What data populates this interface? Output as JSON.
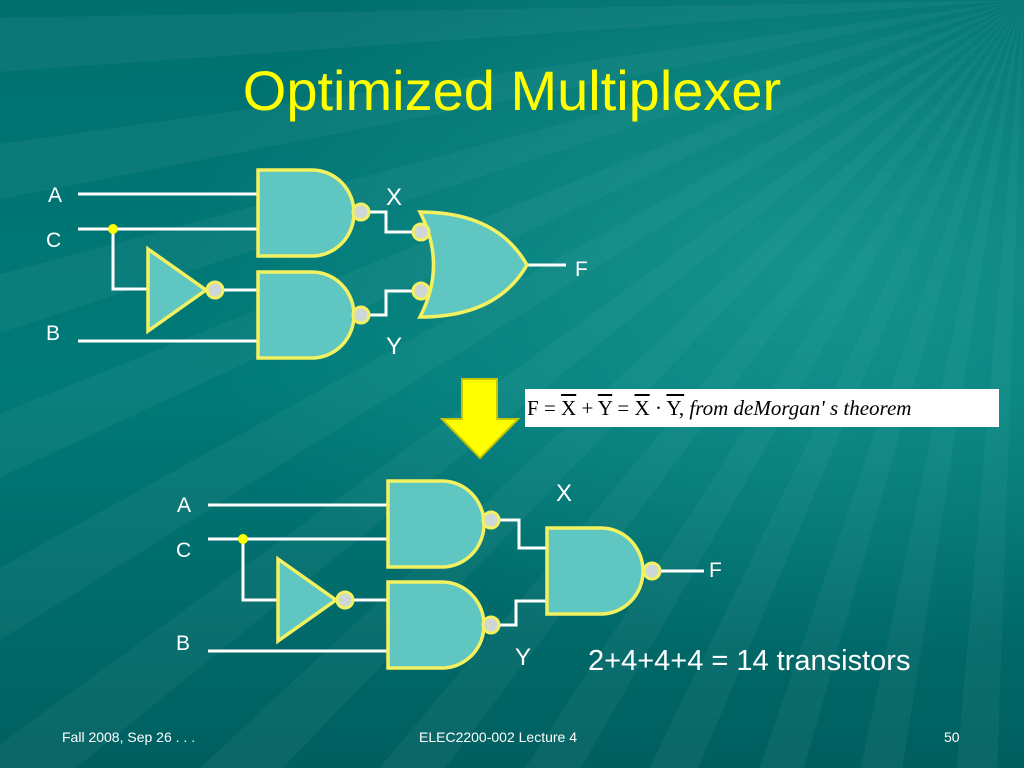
{
  "slide": {
    "title": "Optimized Multiplexer",
    "transistor_count": "2+4+4+4 = 14 transistors"
  },
  "top_circuit": {
    "inputs": [
      "A",
      "C",
      "B"
    ],
    "intermediates": [
      "X",
      "Y"
    ],
    "output": "F"
  },
  "bottom_circuit": {
    "inputs": [
      "A",
      "C",
      "B"
    ],
    "intermediates": [
      "X",
      "Y"
    ],
    "output": "F"
  },
  "equation": {
    "f": "F",
    "eq1": "=",
    "x1": "X",
    "plus": "+",
    "y1": "Y",
    "eq2": "=",
    "x2": "X",
    "dot": "·",
    "y2": "Y,",
    "note": "from deMorgan' s theorem"
  },
  "footer": {
    "left": "Fall 2008, Sep 26 . . .",
    "center": "ELEC2200-002 Lecture 4",
    "right": "50"
  },
  "colors": {
    "background": "#006c6c",
    "title": "#ffff00",
    "gate_fill": "#5fc6c2",
    "gate_outline": "#f4f160",
    "arrow": "#ffff00"
  }
}
